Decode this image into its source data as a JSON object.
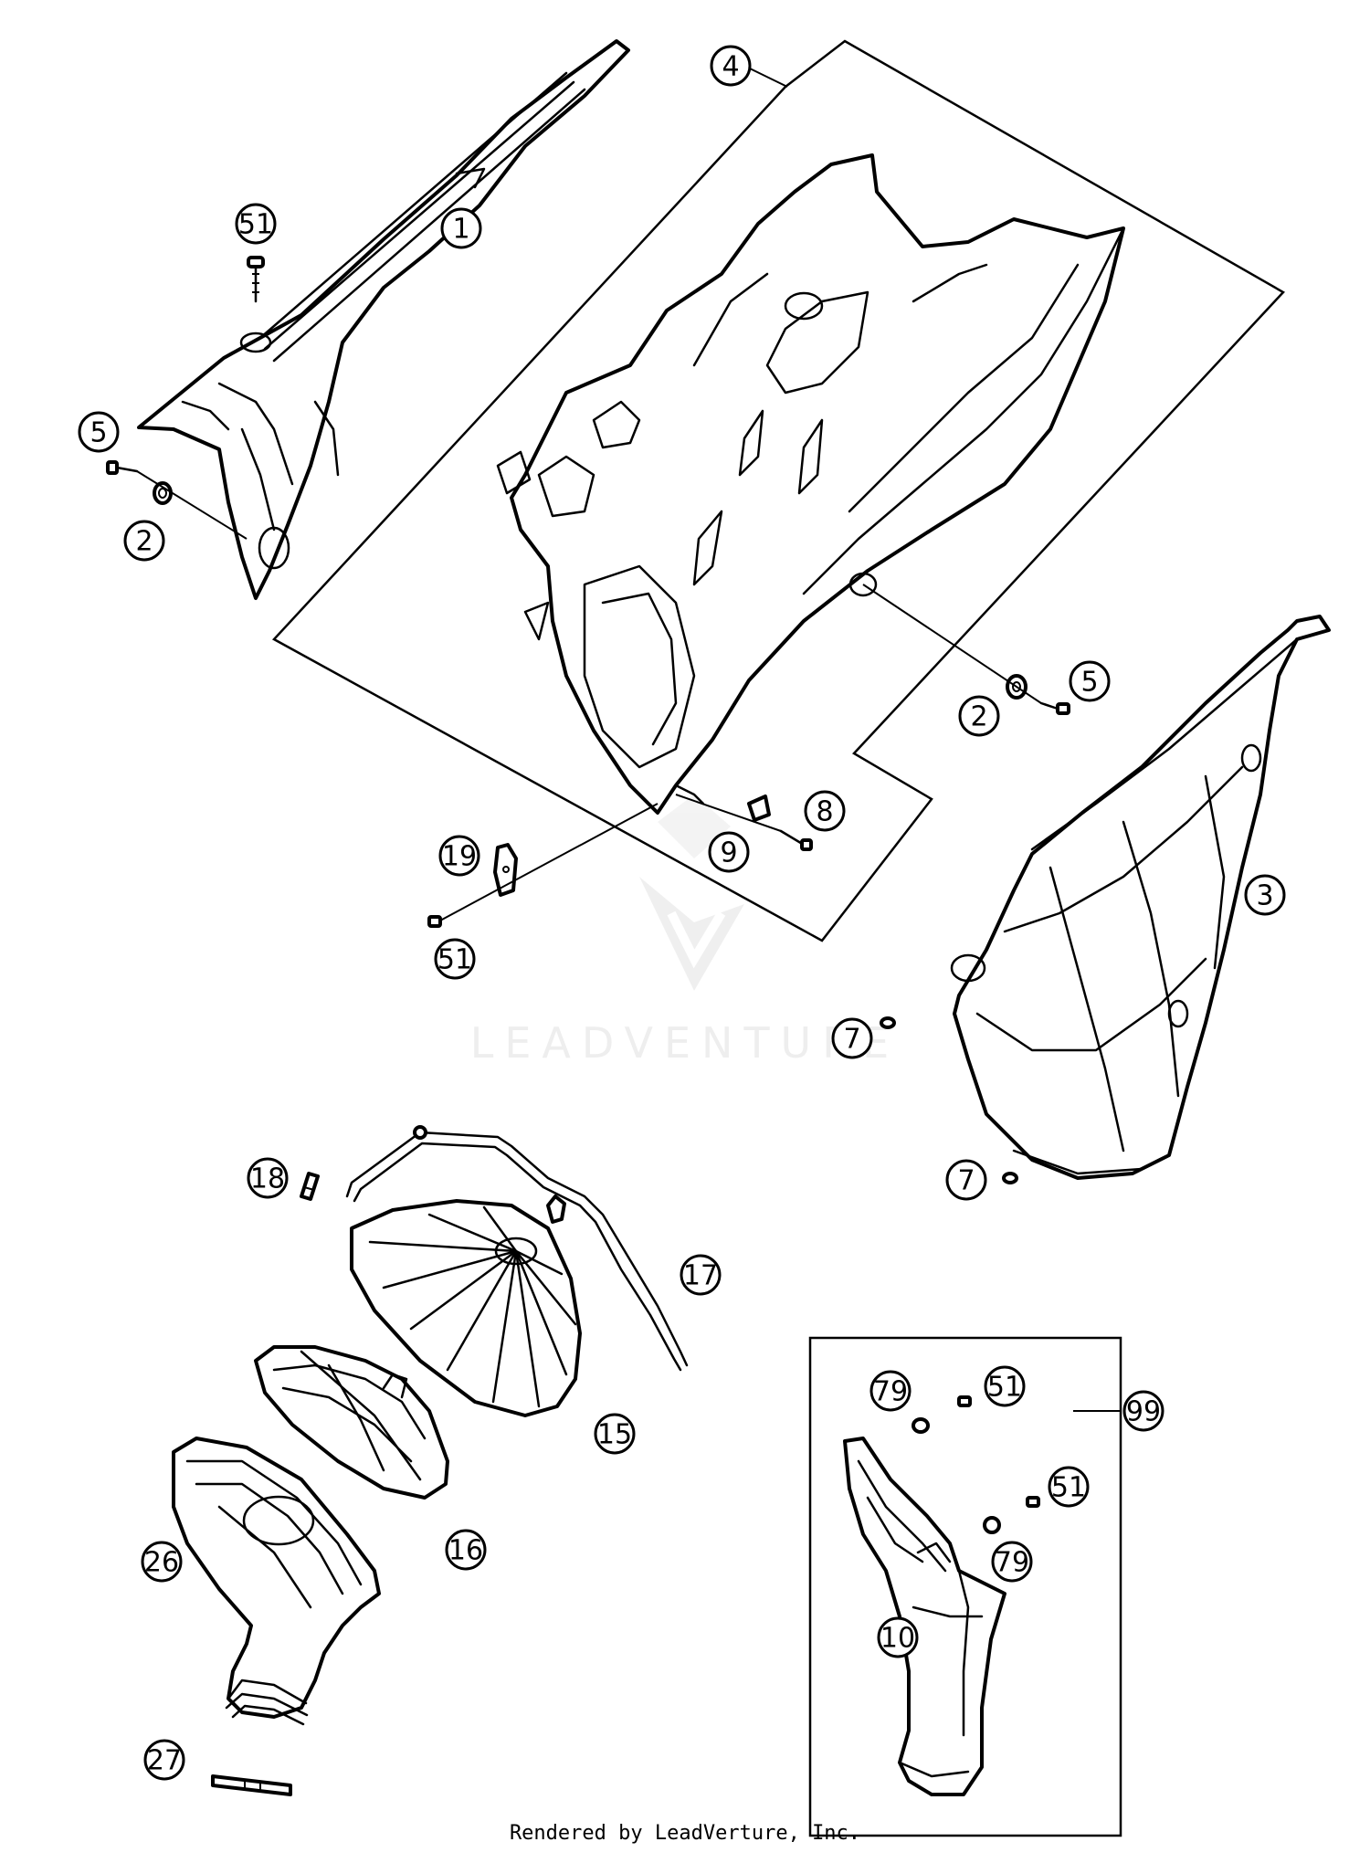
{
  "watermark": {
    "text": "LEADVENTURE"
  },
  "credit": "Rendered by LeadVerture, Inc.",
  "callouts": [
    {
      "id": "c-51-top",
      "label": "51"
    },
    {
      "id": "c-1",
      "label": "1"
    },
    {
      "id": "c-4",
      "label": "4"
    },
    {
      "id": "c-5-left",
      "label": "5"
    },
    {
      "id": "c-2-left",
      "label": "2"
    },
    {
      "id": "c-2-right",
      "label": "2"
    },
    {
      "id": "c-5-right",
      "label": "5"
    },
    {
      "id": "c-8",
      "label": "8"
    },
    {
      "id": "c-9",
      "label": "9"
    },
    {
      "id": "c-19",
      "label": "19"
    },
    {
      "id": "c-51-mid",
      "label": "51"
    },
    {
      "id": "c-3",
      "label": "3"
    },
    {
      "id": "c-7-upper",
      "label": "7"
    },
    {
      "id": "c-7-lower",
      "label": "7"
    },
    {
      "id": "c-18",
      "label": "18"
    },
    {
      "id": "c-17",
      "label": "17"
    },
    {
      "id": "c-15",
      "label": "15"
    },
    {
      "id": "c-16",
      "label": "16"
    },
    {
      "id": "c-26",
      "label": "26"
    },
    {
      "id": "c-27",
      "label": "27"
    },
    {
      "id": "c-79-upper",
      "label": "79"
    },
    {
      "id": "c-51-kit-upper",
      "label": "51"
    },
    {
      "id": "c-99",
      "label": "99"
    },
    {
      "id": "c-51-kit-lower",
      "label": "51"
    },
    {
      "id": "c-79-lower",
      "label": "79"
    },
    {
      "id": "c-10",
      "label": "10"
    }
  ]
}
